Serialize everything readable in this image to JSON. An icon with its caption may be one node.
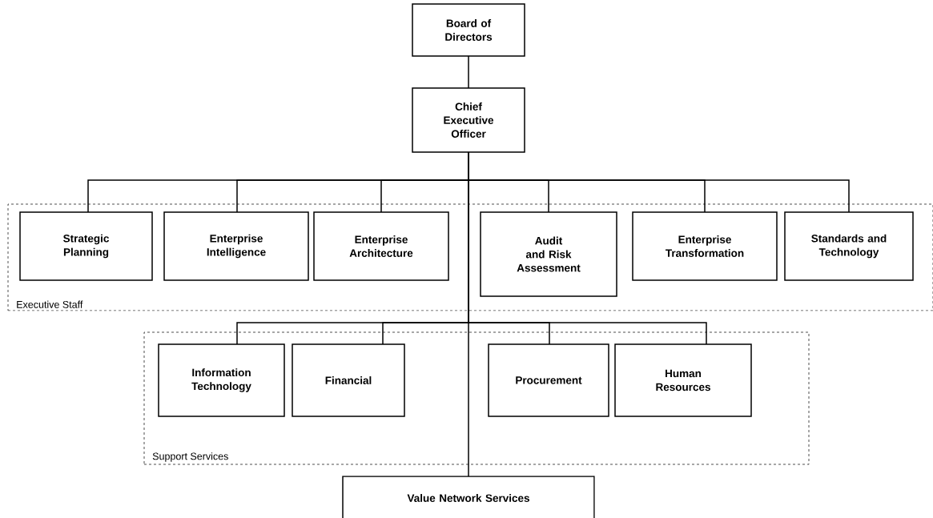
{
  "diagram": {
    "nodes": [
      {
        "text": [
          "Board of Directors"
        ]
      },
      {
        "text": [
          "Chief Executive Officer"
        ]
      },
      {
        "text": [
          "Executive Staff"
        ]
      },
      {
        "text": [
          "Strategic Planning"
        ],
        "in": 2
      },
      {
        "text": [
          "Enterprise Intelligence"
        ],
        "in": 2
      },
      {
        "text": [
          "Enterprise Architecture"
        ],
        "in": 2
      },
      {
        "text": [
          "Audit and Risk Assessment"
        ],
        "in": 2
      },
      {
        "text": [
          "Enterprise Transformation"
        ],
        "in": 2
      },
      {
        "text": [
          "Standards and Technology"
        ],
        "in": 2
      },
      {
        "text": [
          "Support Services"
        ]
      },
      {
        "text": [
          "Information Technology"
        ],
        "in": 9
      },
      {
        "text": [
          "Financial"
        ],
        "in": 9
      },
      {
        "text": [
          "Procurement"
        ],
        "in": 9
      },
      {
        "text": [
          "Human Resources"
        ],
        "in": 9
      },
      {
        "text": [
          "Value Network Services"
        ]
      }
    ],
    "edges": [
      {
        "from": 0,
        "to": 1,
        "arrow": "none"
      },
      {
        "from": 1,
        "to": 3,
        "arrow": "none"
      },
      {
        "from": 1,
        "to": 4,
        "arrow": "none"
      },
      {
        "from": 1,
        "to": 5,
        "arrow": "none"
      },
      {
        "from": 1,
        "to": 6,
        "arrow": "none"
      },
      {
        "from": 1,
        "to": 7,
        "arrow": "none"
      },
      {
        "from": 1,
        "to": 8,
        "arrow": "none"
      },
      {
        "from": 1,
        "to": 10,
        "arrow": "none"
      },
      {
        "from": 1,
        "to": 11,
        "arrow": "none"
      },
      {
        "from": 1,
        "to": 12,
        "arrow": "none"
      },
      {
        "from": 1,
        "to": 13,
        "arrow": "none"
      },
      {
        "from": 1,
        "to": 14,
        "arrow": "none"
      }
    ]
  }
}
